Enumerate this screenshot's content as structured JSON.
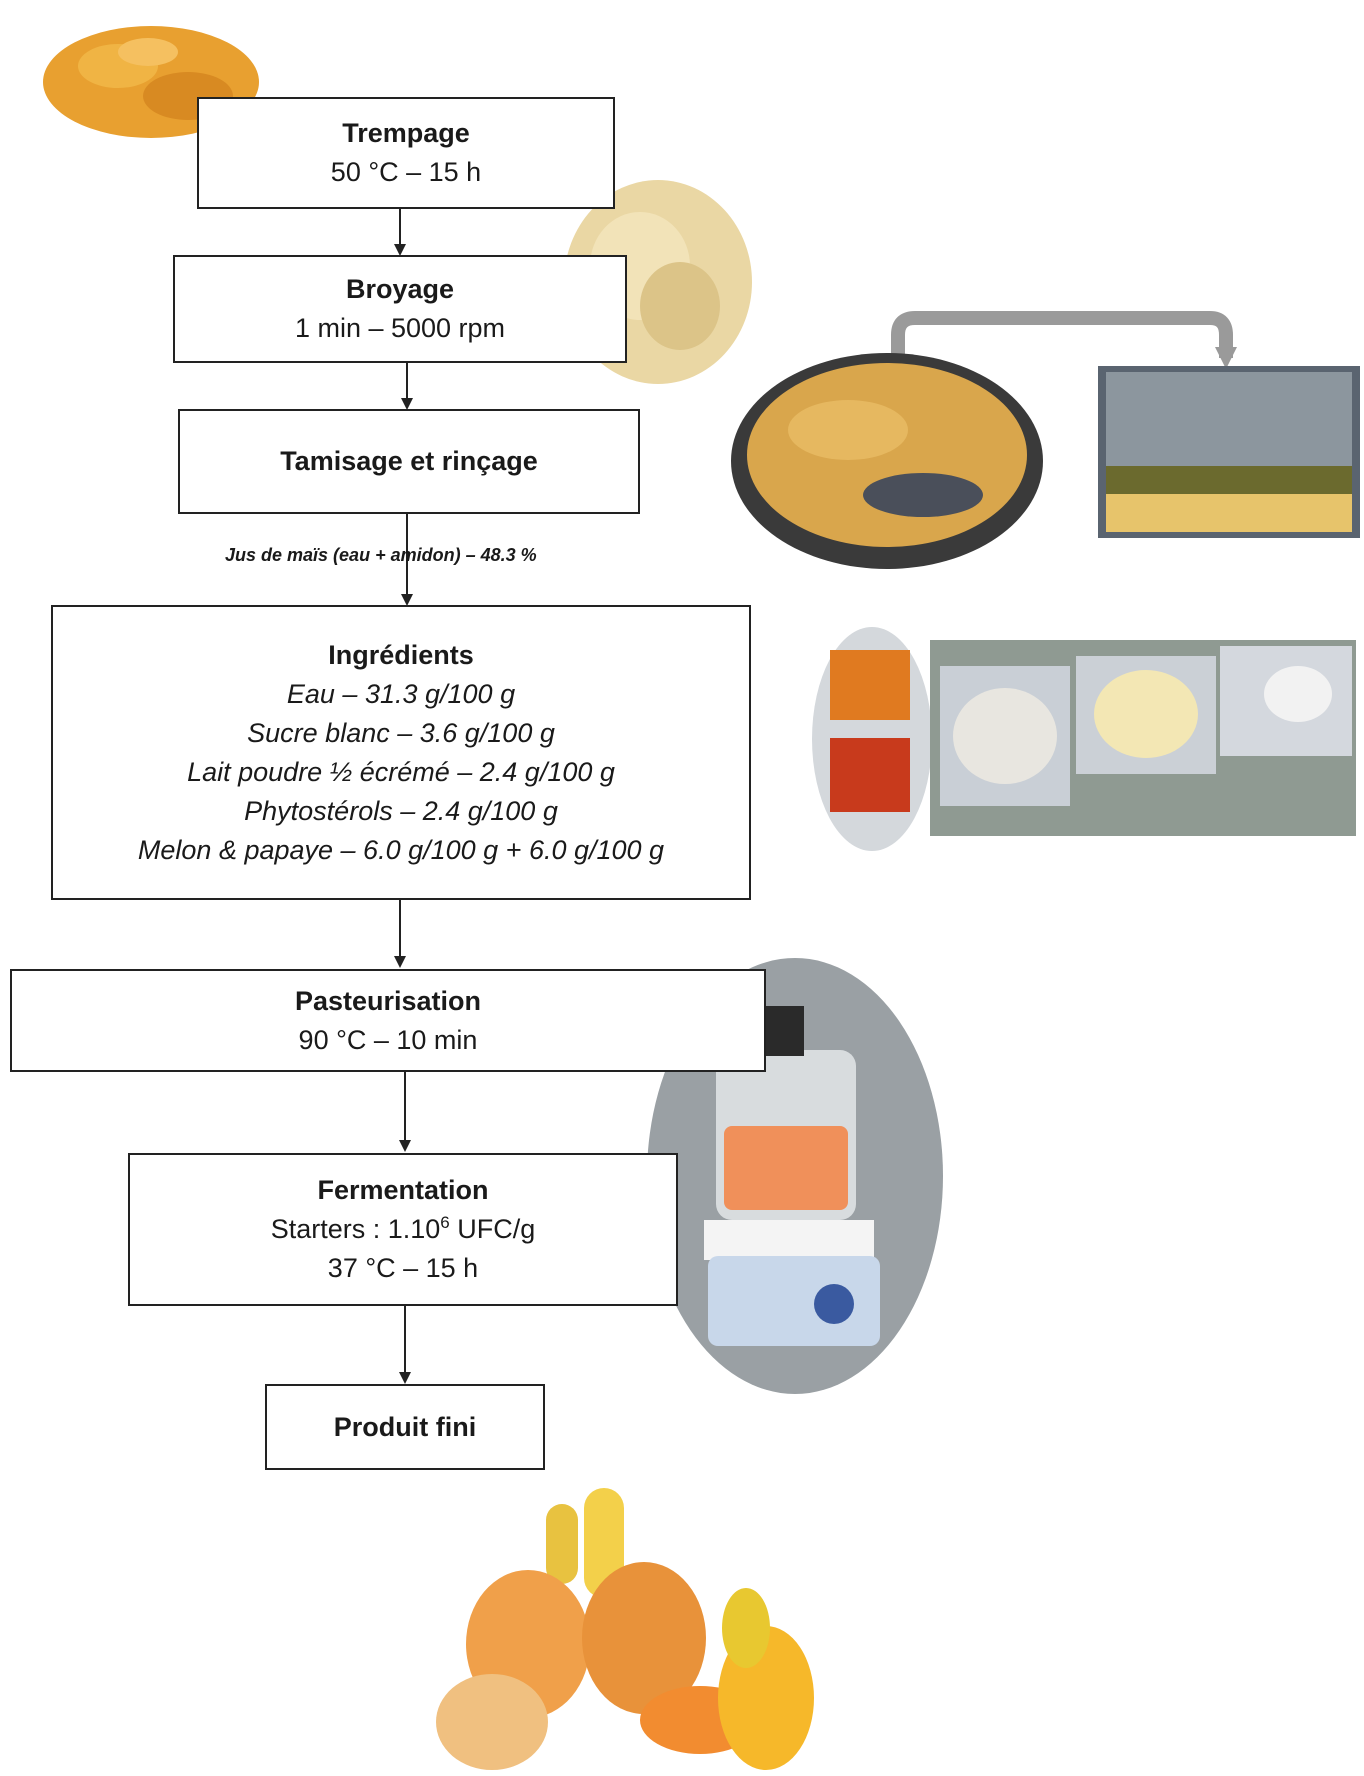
{
  "steps": {
    "trempage": {
      "title": "Trempage",
      "detail": "50 °C – 15 h"
    },
    "broyage": {
      "title": "Broyage",
      "detail": "1 min – 5000 rpm"
    },
    "tamisage": {
      "title": "Tamisage et rinçage"
    },
    "jus_note": "Jus de maïs (eau + amidon) – 48.3 %",
    "ingredients": {
      "title": "Ingrédients",
      "items": [
        "Eau – 31.3 g/100 g",
        "Sucre blanc – 3.6 g/100 g",
        "Lait poudre ½ écrémé – 2.4 g/100 g",
        "Phytostérols – 2.4 g/100 g",
        "Melon & papaye – 6.0 g/100 g + 6.0 g/100 g"
      ]
    },
    "pasteurisation": {
      "title": "Pasteurisation",
      "detail": "90 °C – 10 min"
    },
    "fermentation": {
      "title": "Fermentation",
      "starters_prefix": "Starters : 1.10",
      "starters_exp": "6",
      "starters_suffix": " UFC/g",
      "detail": "37 °C – 15 h"
    },
    "produit": {
      "title": "Produit fini"
    }
  },
  "pictures": {
    "corn_kernels": "corn-kernels-photo",
    "ground_corn": "ground-corn-photo",
    "sieve": "sieve-photo",
    "beaker": "beaker-photo",
    "ingredient_packets": "ingredients-photo",
    "pasteuriser": "hotplate-photo",
    "final_product": "final-product-photo"
  },
  "colors": {
    "box_border": "#222222",
    "arrow": "#222222",
    "transfer_arrow": "#9a9a9a",
    "corn": "#e8a030"
  }
}
